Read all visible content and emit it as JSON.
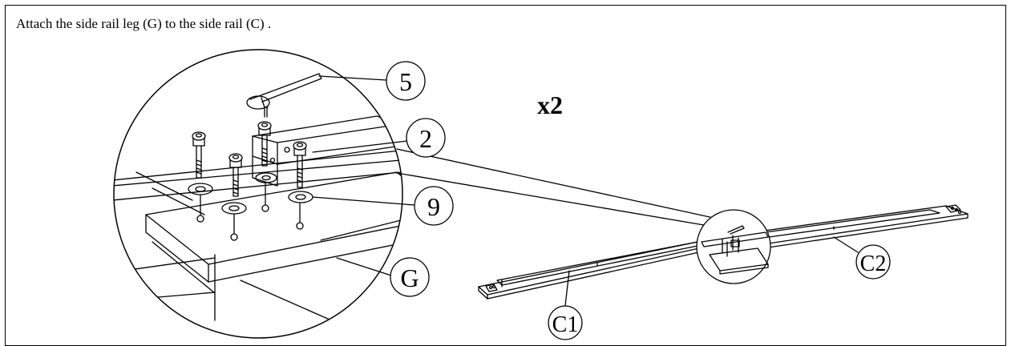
{
  "instruction": "Attach the side rail leg (G) to the side rail (C) .",
  "quantity": "x2",
  "callouts": {
    "allen_key": "5",
    "bracket": "2",
    "washer": "9",
    "leg": "G",
    "rail_1": "C1",
    "rail_2": "C2"
  },
  "colors": {
    "line": "#000000",
    "background": "#ffffff"
  }
}
